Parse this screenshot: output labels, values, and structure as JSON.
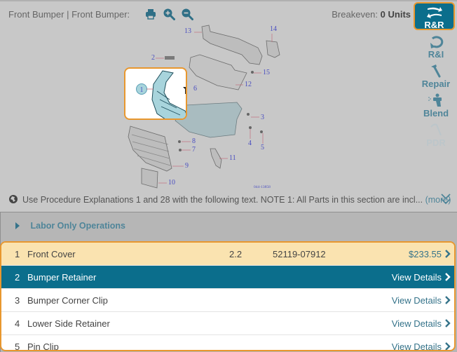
{
  "header": {
    "title": "Front Bumper | Front Bumper:",
    "tools": [
      {
        "icon": "print-icon",
        "label": "Print"
      },
      {
        "icon": "zoom-in-icon",
        "label": "Zoom In"
      },
      {
        "icon": "zoom-out-icon",
        "label": "Zoom Out"
      }
    ],
    "breakeven_label": "Breakeven:",
    "breakeven_value": "0",
    "breakeven_units": "Units"
  },
  "operations": [
    {
      "id": "rr",
      "label": "R&R",
      "icon": "swap-arrows-icon",
      "active": true
    },
    {
      "id": "ri",
      "label": "R&I",
      "icon": "rotate-icon",
      "active": false
    },
    {
      "id": "repair",
      "label": "Repair",
      "icon": "hammer-icon",
      "active": false
    },
    {
      "id": "blend",
      "label": "Blend",
      "icon": "spray-gun-icon",
      "active": false
    },
    {
      "id": "pdr",
      "label": "PDR",
      "icon": "pdr-tool-icon",
      "disabled": true
    }
  ],
  "diagram": {
    "code": "044-13858",
    "callouts": [
      "1",
      "2",
      "3",
      "4",
      "5",
      "6",
      "7",
      "8",
      "9",
      "10",
      "11",
      "12",
      "13",
      "14",
      "15"
    ],
    "highlighted_part": "1"
  },
  "note": {
    "text": "Use Procedure Explanations 1 and 28 with the following text. NOTE 1: All Parts in this section are incl...",
    "more_label": "(more)"
  },
  "labor_only": {
    "label": "Labor Only Operations"
  },
  "parts": [
    {
      "num": "1",
      "name": "Front Cover",
      "hours": "2.2",
      "part_number": "52119-07912",
      "action": "$233.55",
      "state": "selected"
    },
    {
      "num": "2",
      "name": "Bumper Retainer",
      "hours": "",
      "part_number": "",
      "action": "View Details",
      "state": "active"
    },
    {
      "num": "3",
      "name": "Bumper Corner Clip",
      "hours": "",
      "part_number": "",
      "action": "View Details",
      "state": ""
    },
    {
      "num": "4",
      "name": "Lower Side Retainer",
      "hours": "",
      "part_number": "",
      "action": "View Details",
      "state": ""
    },
    {
      "num": "5",
      "name": "Pin Clip",
      "hours": "",
      "part_number": "",
      "action": "View Details",
      "state": ""
    }
  ],
  "colors": {
    "accent": "#0b6e8c",
    "highlight_border": "#e8972e",
    "selected_row": "#fae3b0",
    "overlay": "#c8c8c8",
    "link": "#35738a"
  }
}
